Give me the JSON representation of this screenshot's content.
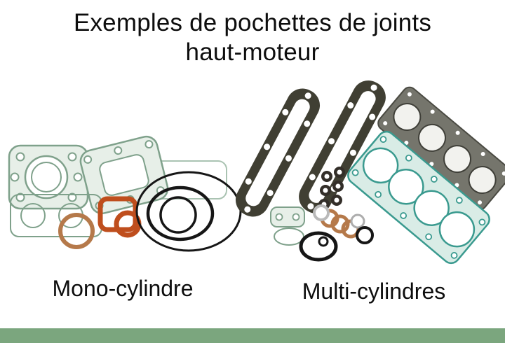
{
  "title": {
    "line1": "Exemples de pochettes de joints",
    "line2": "haut-moteur"
  },
  "captions": {
    "left": "Mono-cylindre",
    "right": "Multi-cylindres"
  },
  "footer": {
    "bar_style": "background:#7ba67e"
  },
  "palette": {
    "gasket_green_fill": "#e7efe8",
    "gasket_green_line": "#7fa18b",
    "pale_green_line": "#aac3b2",
    "rust_orange": "#bf4e1d",
    "copper": "#b5794a",
    "ring_black": "#161616",
    "cover_dark": "#403f33",
    "head_dark": "#75756c",
    "teal_fill": "#d9ece6",
    "teal_line": "#3a9a8f",
    "footer_green": "#7ba67e"
  }
}
